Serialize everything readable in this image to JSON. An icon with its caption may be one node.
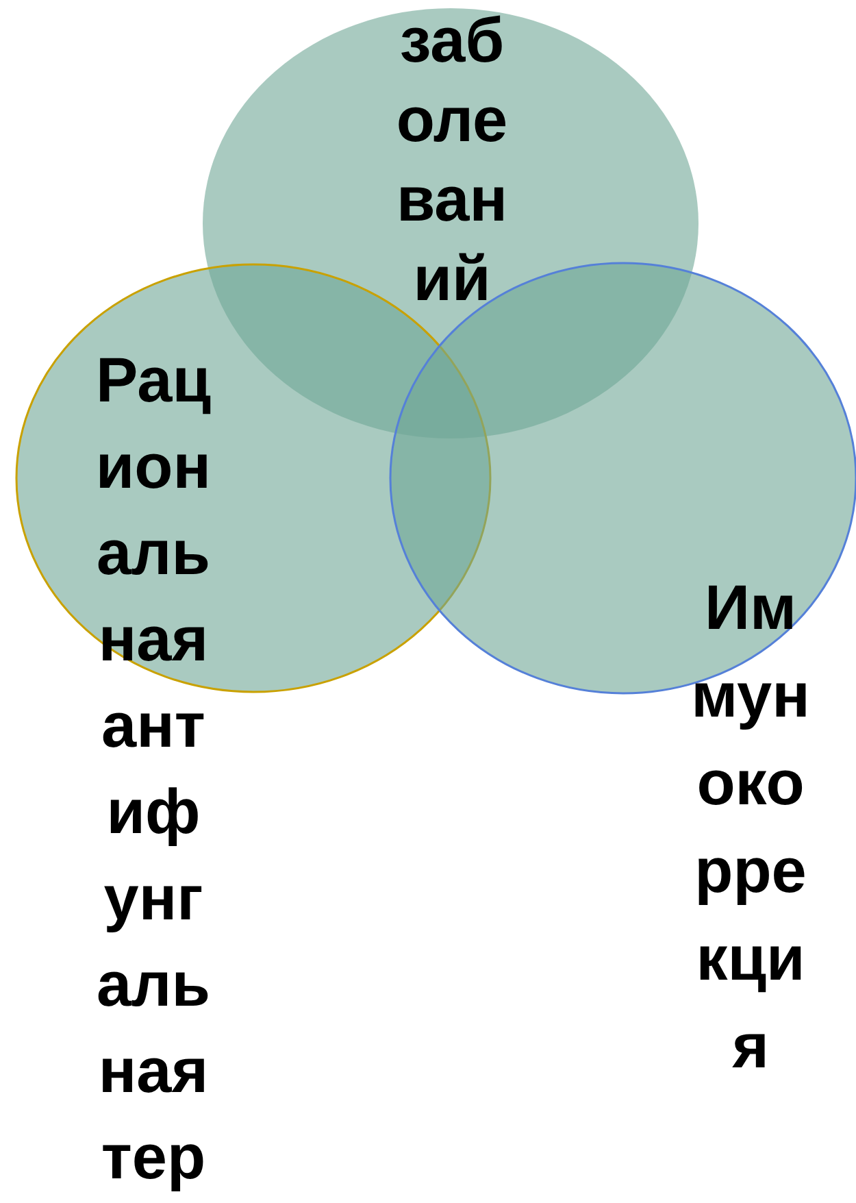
{
  "diagram": {
    "nodes": [
      {
        "text": [
          "заболеваний"
        ]
      },
      {
        "text": [
          "Рациональная антифунгальная тер"
        ]
      },
      {
        "text": [
          "Иммунокоррекция"
        ]
      }
    ]
  }
}
